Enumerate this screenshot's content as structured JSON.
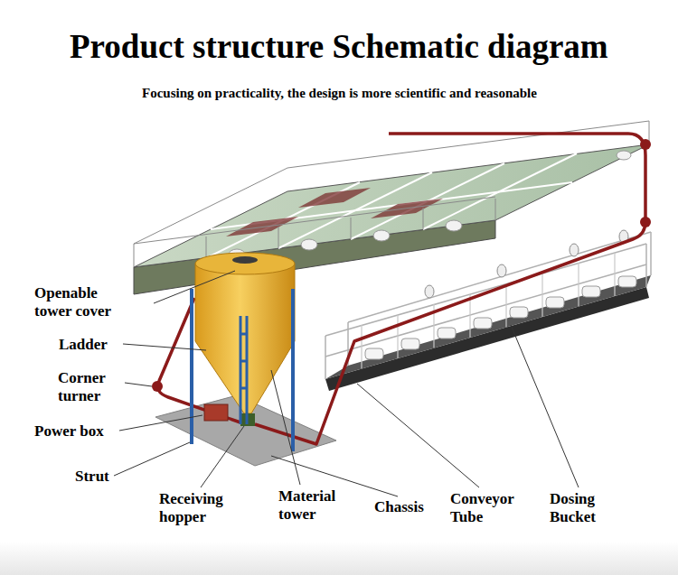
{
  "diagram": {
    "title": "Product structure Schematic diagram",
    "caption": "Focusing on practicality, the design is more scientific and reasonable",
    "labels": [
      "Openable tower cover",
      "Ladder",
      "Corner turner",
      "Power box",
      "Strut",
      "Receiving hopper",
      "Material tower",
      "Chassis",
      "Conveyor Tube",
      "Dosing Bucket"
    ]
  }
}
